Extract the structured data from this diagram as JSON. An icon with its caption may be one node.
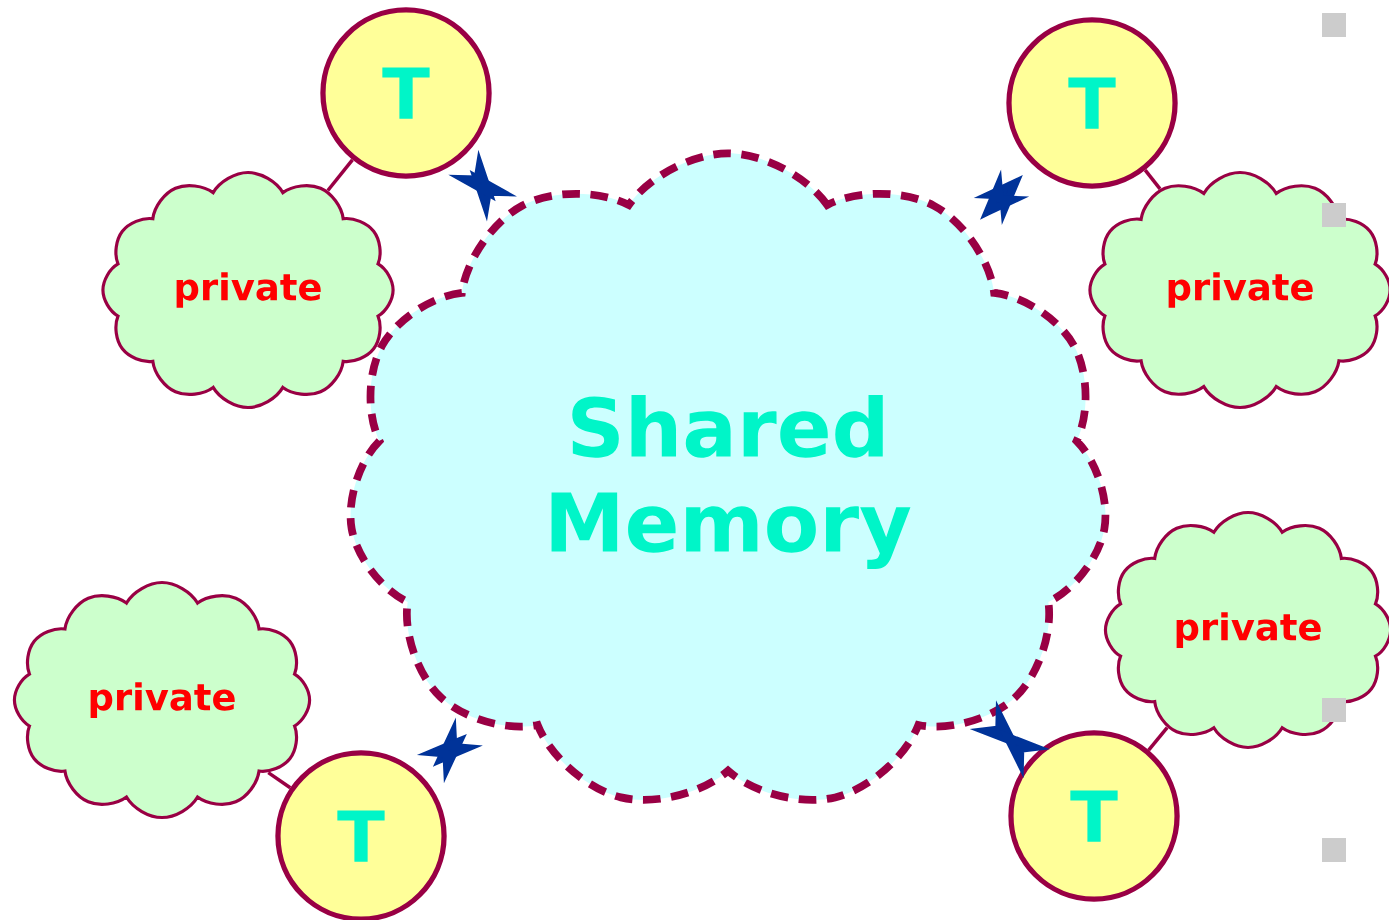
{
  "diagram": {
    "nodes": [
      {
        "text": [
          "Shared Memory"
        ]
      },
      {
        "text": [
          "T"
        ]
      },
      {
        "text": [
          "private"
        ]
      },
      {
        "text": [
          "T"
        ]
      },
      {
        "text": [
          "private"
        ]
      },
      {
        "text": [
          "private"
        ]
      },
      {
        "text": [
          "T"
        ]
      },
      {
        "text": [
          "private"
        ]
      },
      {
        "text": [
          "T"
        ]
      }
    ],
    "edges": [
      {
        "from": 1,
        "to": 0,
        "arrow": "both",
        "style": "thick",
        "color": "#003399"
      },
      {
        "from": 3,
        "to": 0,
        "arrow": "both",
        "style": "thick",
        "color": "#003399"
      },
      {
        "from": 6,
        "to": 0,
        "arrow": "both",
        "style": "thick",
        "color": "#003399"
      },
      {
        "from": 8,
        "to": 0,
        "arrow": "both",
        "style": "thick",
        "color": "#003399"
      },
      {
        "from": 1,
        "to": 2,
        "arrow": "none"
      },
      {
        "from": 3,
        "to": 4,
        "arrow": "none"
      },
      {
        "from": 6,
        "to": 5,
        "arrow": "none"
      },
      {
        "from": 8,
        "to": 7,
        "arrow": "none"
      }
    ]
  }
}
